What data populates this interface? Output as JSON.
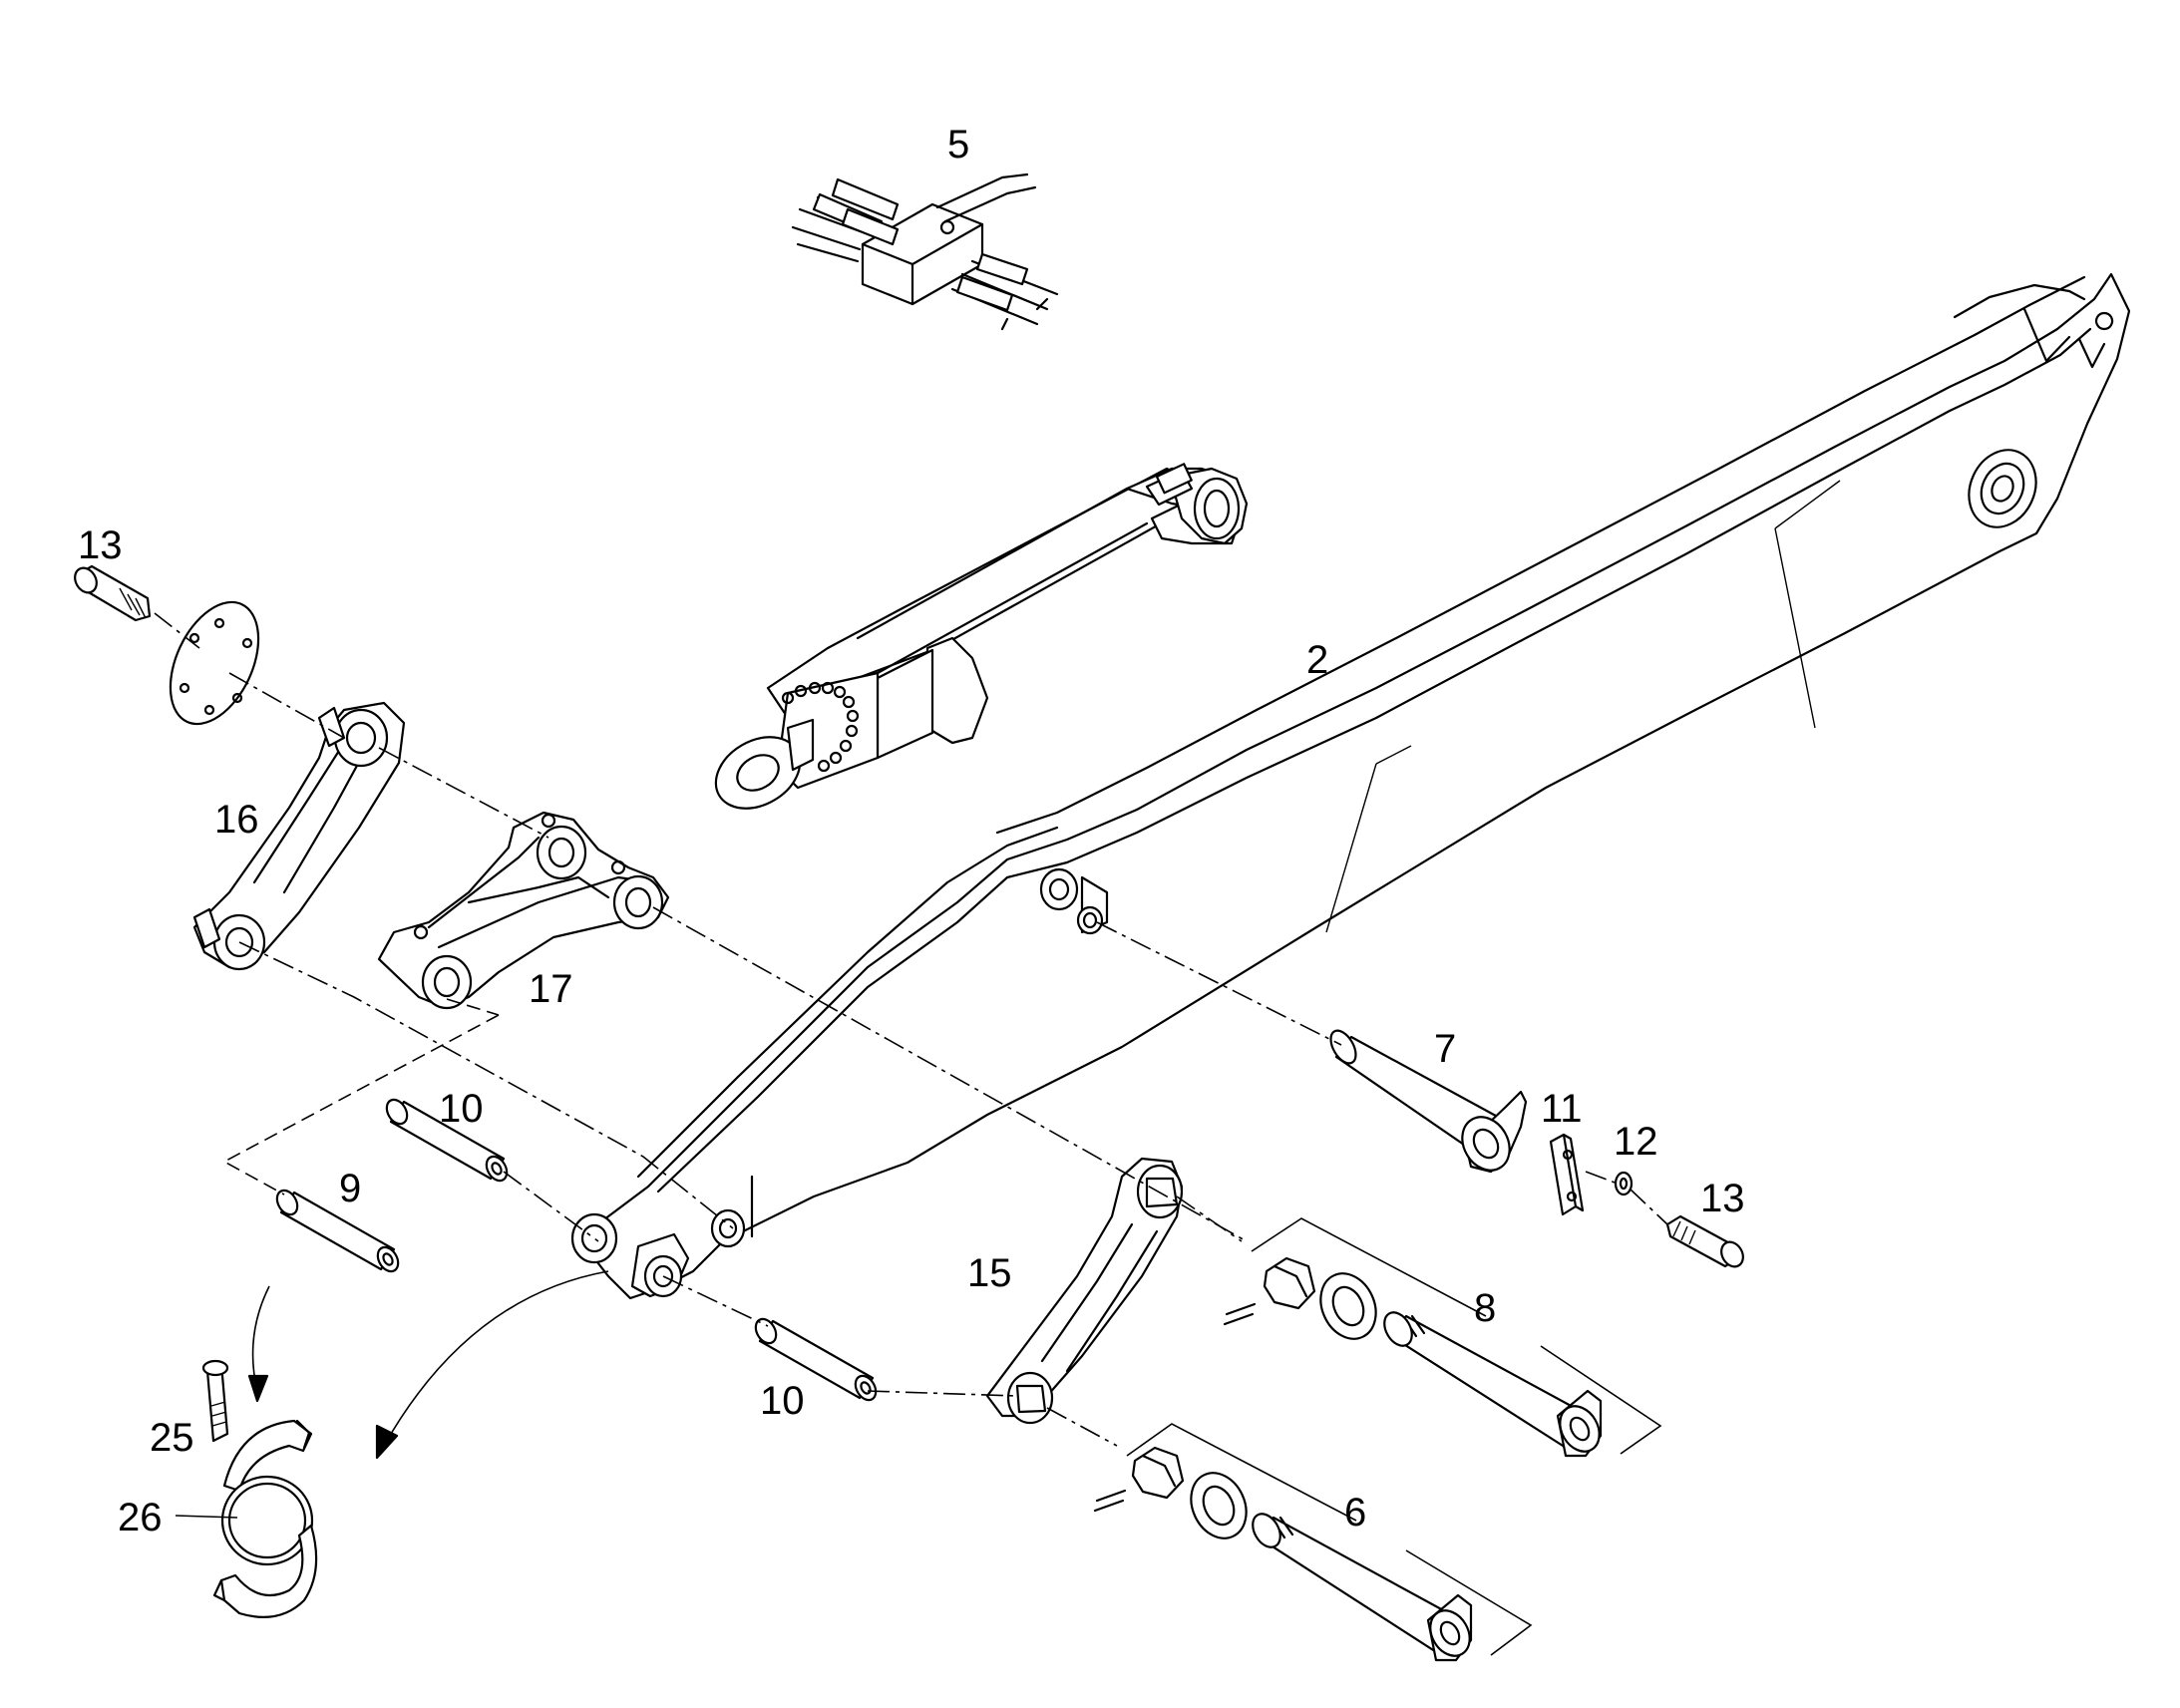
{
  "labels": {
    "l5": "5",
    "l2": "2",
    "l13a": "13",
    "l16": "16",
    "l17": "17",
    "l7": "7",
    "l10a": "10",
    "l11": "11",
    "l12": "12",
    "l13b": "13",
    "l9": "9",
    "l15": "15",
    "l8": "8",
    "l10b": "10",
    "l25": "25",
    "l26": "26",
    "l6": "6"
  }
}
